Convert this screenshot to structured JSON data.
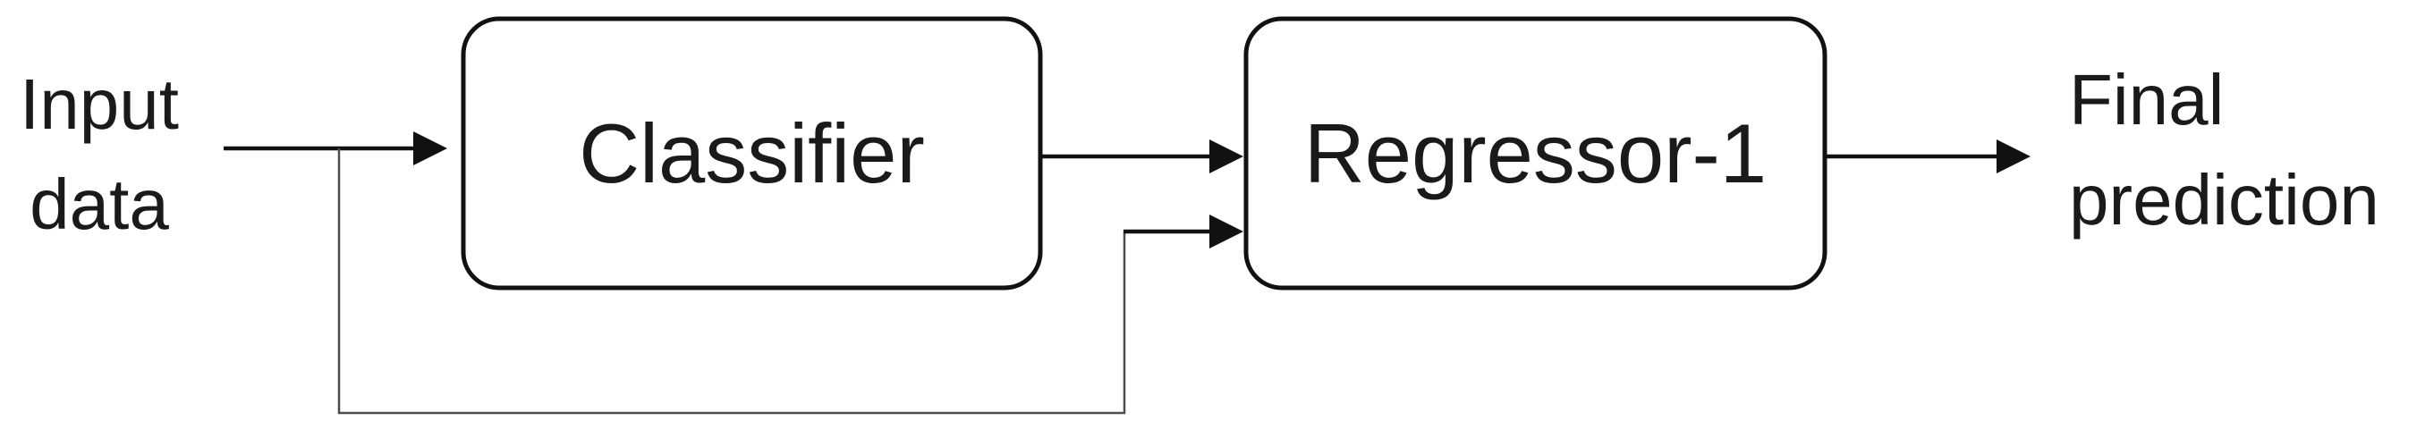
{
  "colors": {
    "background": "#ffffff",
    "stroke": "#111111",
    "bypass_stroke": "#4d4d4d",
    "text": "#1a1a1a"
  },
  "labels": {
    "input": {
      "line1": "Input",
      "line2": "data"
    },
    "final": {
      "line1": "Final",
      "line2": "prediction"
    }
  },
  "nodes": {
    "classifier": {
      "label": "Classifier"
    },
    "regressor": {
      "label": "Regressor-1"
    }
  },
  "edges": [
    {
      "from": "input-data",
      "to": "classifier",
      "type": "arrow"
    },
    {
      "from": "classifier",
      "to": "regressor-1",
      "type": "arrow"
    },
    {
      "from": "input-data",
      "to": "regressor-1",
      "type": "arrow",
      "route": "bypass-bottom"
    },
    {
      "from": "regressor-1",
      "to": "final-prediction",
      "type": "arrow"
    }
  ]
}
